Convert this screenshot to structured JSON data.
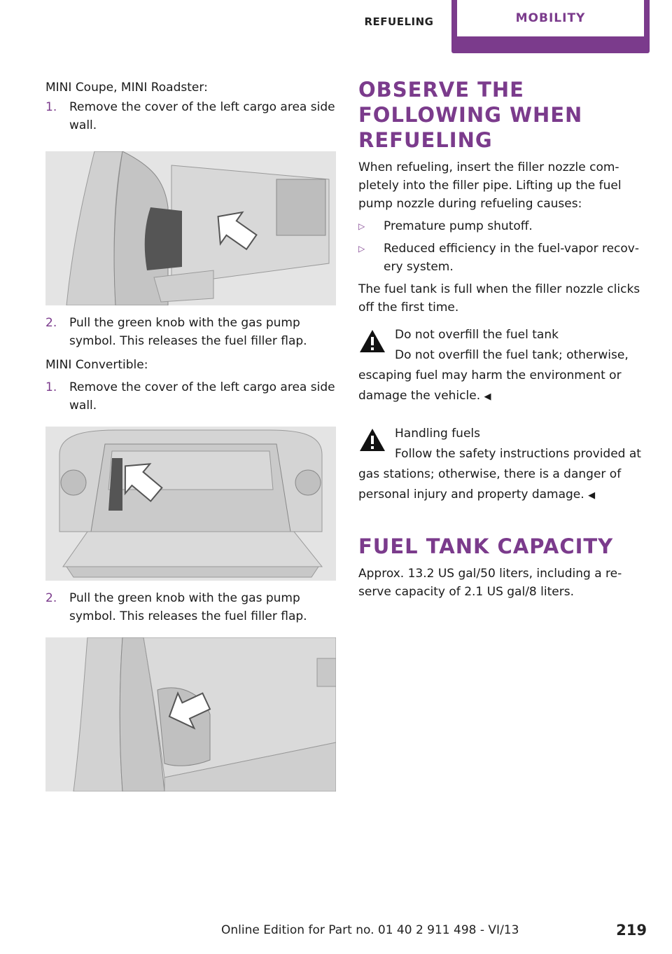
{
  "header": {
    "section": "REFUELING",
    "chapter": "MOBILITY"
  },
  "left": {
    "coupe_intro": "MINI Coupe, MINI Roadster:",
    "coupe_steps": [
      {
        "num": "1.",
        "text": "Remove the cover of the left cargo area side wall."
      },
      {
        "num": "2.",
        "text": "Pull the green knob with the gas pump symbol. This releases the fuel filler flap."
      }
    ],
    "convertible_intro": "MINI Convertible:",
    "convertible_steps": [
      {
        "num": "1.",
        "text": "Remove the cover of the left cargo area side wall."
      },
      {
        "num": "2.",
        "text": "Pull the green knob with the gas pump symbol. This releases the fuel filler flap."
      }
    ]
  },
  "right": {
    "observe_heading": "OBSERVE THE FOLLOWING WHEN REFUELING",
    "observe_para": "When refueling, insert the filler nozzle com‐pletely into the filler pipe. Lifting up the fuel pump nozzle during refueling causes:",
    "bullet_mark": "▷",
    "bullets": [
      "Premature pump shutoff.",
      "Reduced efficiency in the fuel-vapor recov‐ery system."
    ],
    "full_para": "The fuel tank is full when the filler nozzle clicks off the first time.",
    "warning1_title": "Do not overfill the fuel tank",
    "warning1_body": "Do not overfill the fuel tank; otherwise, escaping fuel may harm the environment or damage the vehicle.",
    "warning2_title": "Handling fuels",
    "warning2_body": "Follow the safety instructions provided at gas stations; otherwise, there is a danger of personal injury and property damage.",
    "end_mark": "◀",
    "capacity_heading": "FUEL TANK CAPACITY",
    "capacity_para": "Approx. 13.2 US gal/50 liters, including a re‐serve capacity of 2.1 US gal/8 liters."
  },
  "footer": {
    "edition": "Online Edition for Part no. 01 40 2 911 498 - VI/13",
    "page": "219"
  },
  "colors": {
    "accent": "#7b3b8c",
    "figure_bg": "#e6e6e6"
  },
  "icons": {
    "warning": "warning-triangle-icon",
    "arrow": "pointer-arrow-icon"
  }
}
